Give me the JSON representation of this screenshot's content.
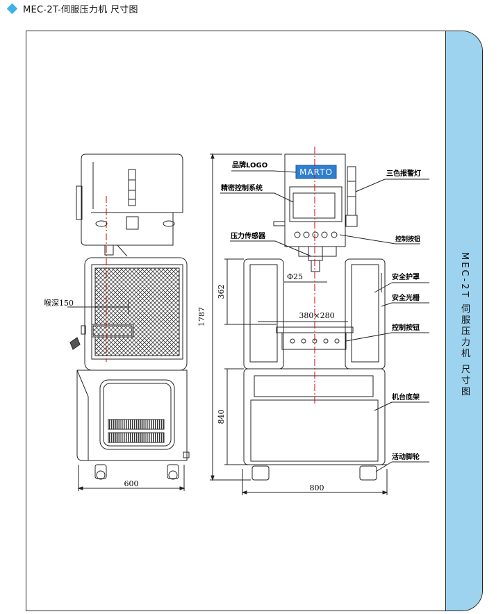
{
  "header": {
    "title": "MEC-2T-伺服压力机 尺寸图",
    "icon": "diamond-icon",
    "accent": "#3fb3e6"
  },
  "side_panel": {
    "title": "MEC-2T 伺服压力机 尺寸图",
    "color": "#9dd3ee"
  },
  "drawing": {
    "brand_text": "MARTO",
    "dimensions": {
      "throat_depth": "喉深150",
      "side_width": "600",
      "front_width": "800",
      "total_height": "1787",
      "upper_height": "362",
      "base_height": "840",
      "rod_diameter": "Φ25",
      "table_size": "380×280"
    },
    "callouts": {
      "brand_logo": "品牌LOGO",
      "precision_control": "精密控制系统",
      "pressure_sensor": "压力传感器",
      "tricolor_lamp": "三色报警灯",
      "control_buttons_top": "控制按钮",
      "safety_guard": "安全护罩",
      "safety_light_curtain": "安全光栅",
      "control_buttons": "控制按钮",
      "machine_base": "机台底架",
      "casters": "活动脚轮"
    }
  }
}
